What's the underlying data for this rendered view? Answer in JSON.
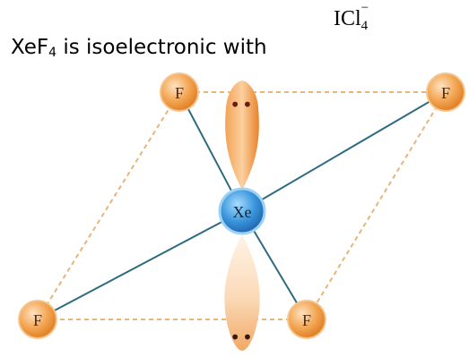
{
  "caption": {
    "prefix": "XeF",
    "subscript": "4",
    "text": " is isoelectronic with"
  },
  "formula": {
    "base": "ICl",
    "subscript": "4",
    "charge": "−"
  },
  "atoms": {
    "center": "Xe",
    "f_top_left": "F",
    "f_top_right": "F",
    "f_bottom_left": "F",
    "f_bottom_right": "F"
  },
  "lone_pairs": {
    "top": "••",
    "bottom": "••"
  },
  "colors": {
    "fluorine": "#f0a24a",
    "xenon": "#2f8fd6",
    "lobe": "#f2903b",
    "bond": "#2e6b80",
    "dashed_frame": "#e8b47a"
  }
}
